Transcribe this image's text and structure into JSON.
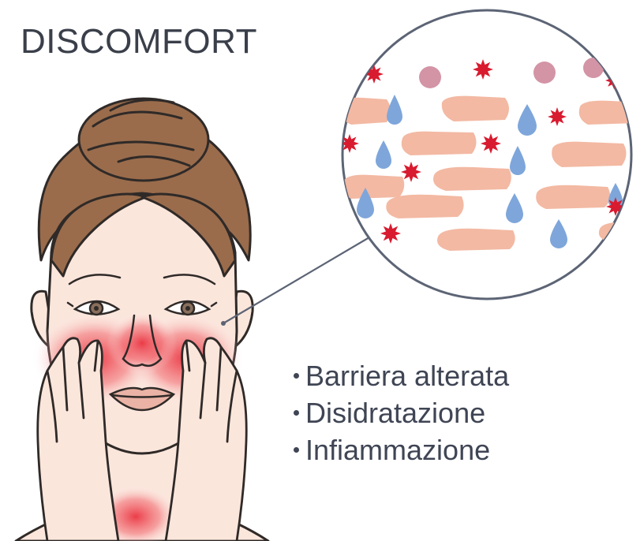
{
  "title": "DISCOMFORT",
  "symptoms": [
    "Barriera alterata",
    "Disidratazione",
    "Infiammazione"
  ],
  "icons": {
    "irritation": "red-star-burst-icon",
    "hydration": "blue-droplet-icon",
    "cell": "pink-circle-icon",
    "skin_cell": "skin-cell-brick-icon"
  },
  "colors": {
    "text": "#3f4554",
    "skin_cell": "#f3b9a3",
    "droplet": "#7ea6db",
    "irritation": "#d81b2f",
    "circle_cell": "#d394a6",
    "hair": "#9a6c4c",
    "skin": "#fbe6dc",
    "redness": "#e8202f"
  }
}
